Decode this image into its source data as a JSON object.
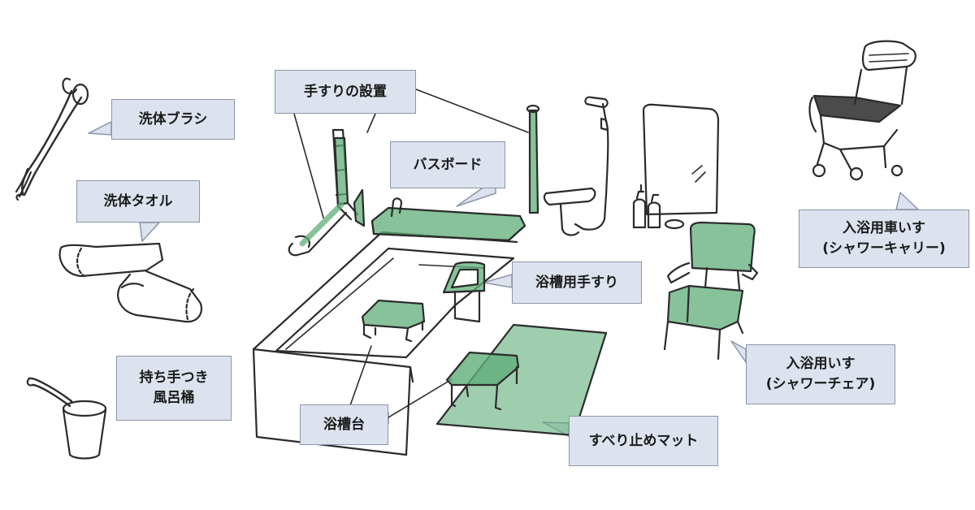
{
  "colors": {
    "callout_bg": "#dde3ee",
    "callout_border": "#8c96a8",
    "green_fill": "#5fae78",
    "ink": "#2b2b2b"
  },
  "labels": {
    "brush": "洗体ブラシ",
    "towel": "洗体タオル",
    "basin_line1": "持ち手つき",
    "basin_line2": "風呂桶",
    "handrail": "手すりの設置",
    "bathboard": "バスボード",
    "tub_handrail": "浴槽用手すり",
    "tub_step": "浴槽台",
    "mat": "すべり止めマット",
    "chair_line1": "入浴用いす",
    "chair_line2": "(シャワーチェア)",
    "carrier_line1": "入浴用車いす",
    "carrier_line2": "(シャワーキャリー)"
  }
}
